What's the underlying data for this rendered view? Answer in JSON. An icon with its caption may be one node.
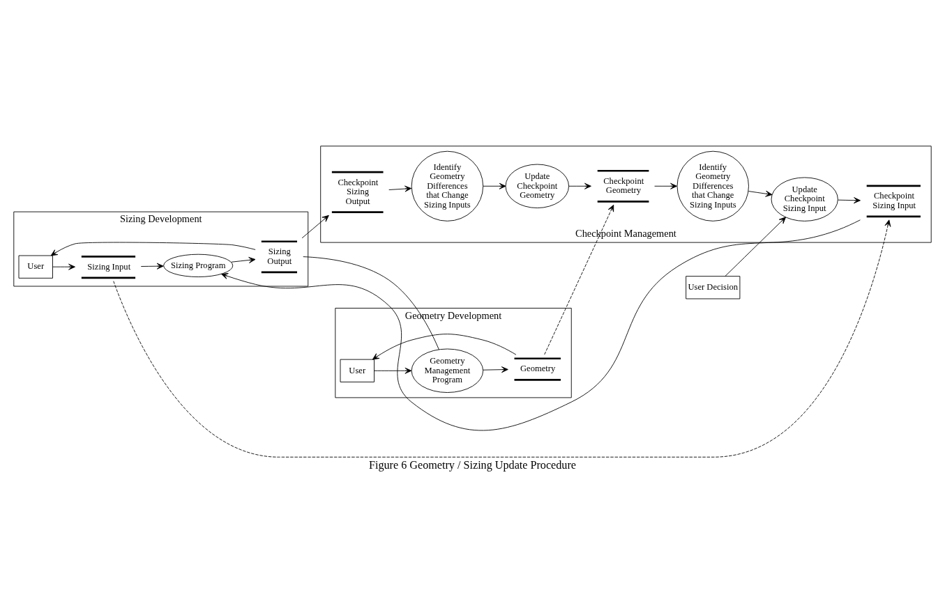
{
  "diagram": {
    "caption": "Figure 6 Geometry / Sizing Update Procedure",
    "nodes": [
      {
        "text": [
          "Sizing Development"
        ]
      },
      {
        "text": [
          "User"
        ],
        "in": 0
      },
      {
        "text": [
          "Sizing Input"
        ],
        "in": 0
      },
      {
        "text": [
          "Sizing Program"
        ],
        "in": 0
      },
      {
        "text": [
          "Sizing Output"
        ],
        "in": 0
      },
      {
        "text": [
          "Geometry Development"
        ]
      },
      {
        "text": [
          "User"
        ],
        "in": 5
      },
      {
        "text": [
          "Geometry Management Program"
        ],
        "in": 5
      },
      {
        "text": [
          "Geometry"
        ],
        "in": 5
      },
      {
        "text": [
          "Checkpoint Management"
        ]
      },
      {
        "text": [
          "Checkpoint Sizing Input"
        ],
        "in": 9
      },
      {
        "text": [
          "Checkpoint Sizing Output"
        ],
        "in": 9
      },
      {
        "text": [
          "Identify Geometry Differences that Change Sizing Inputs"
        ],
        "in": 9
      },
      {
        "text": [
          "Update Checkpoint Geometry"
        ],
        "in": 9
      },
      {
        "text": [
          "Checkpoint Geometry"
        ],
        "in": 9
      },
      {
        "text": [
          "Identify Geometry Differences that Change Sizing Inputs"
        ],
        "in": 9
      },
      {
        "text": [
          "Update Checkpoint Sizing Input"
        ],
        "in": 9
      },
      {
        "text": [
          "User Decision"
        ]
      }
    ],
    "edges": [
      {
        "from": 1,
        "to": 2,
        "arrow": "to"
      },
      {
        "from": 2,
        "to": 3,
        "arrow": "to"
      },
      {
        "from": 3,
        "to": 4,
        "arrow": "to"
      },
      {
        "from": 4,
        "to": 1,
        "arrow": "to"
      },
      {
        "from": 4,
        "to": 7,
        "arrow": "none"
      },
      {
        "from": 7,
        "to": 8,
        "arrow": "to"
      },
      {
        "from": 8,
        "to": 6,
        "arrow": "to"
      },
      {
        "from": 6,
        "to": 7,
        "arrow": "to"
      },
      {
        "from": 2,
        "to": 10,
        "arrow": "to",
        "style": "dashed"
      },
      {
        "from": 8,
        "to": 14,
        "arrow": "to",
        "style": "dashed"
      },
      {
        "from": 4,
        "to": 11,
        "arrow": "to"
      },
      {
        "from": 10,
        "to": 3,
        "arrow": "to"
      },
      {
        "from": 11,
        "to": 12,
        "arrow": "to"
      },
      {
        "from": 12,
        "to": 13,
        "arrow": "to"
      },
      {
        "from": 13,
        "to": 14,
        "arrow": "to"
      },
      {
        "from": 14,
        "to": 15,
        "arrow": "to"
      },
      {
        "from": 15,
        "to": 16,
        "arrow": "to"
      },
      {
        "from": 16,
        "to": 10,
        "arrow": "to"
      },
      {
        "from": 17,
        "to": 16,
        "arrow": "to"
      }
    ]
  }
}
